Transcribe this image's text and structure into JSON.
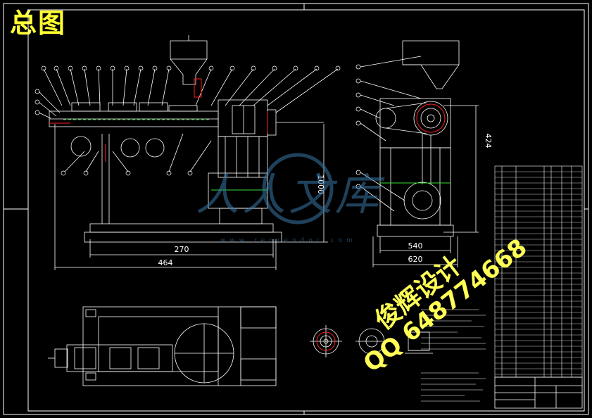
{
  "title": "总图",
  "dimensions": {
    "length_inner": "270",
    "length_outer": "464",
    "height_mid": "1000",
    "width_inner": "540",
    "width_outer": "620",
    "height_side": "424"
  },
  "watermarks": {
    "logo_text": "人人文库",
    "logo_url": "www.renrendoc.com",
    "designer": "俊辉设计",
    "qq": "QQ 648774668"
  },
  "colors": {
    "line": "#ffffff",
    "title": "#ffff33",
    "accent_blue": "#3a78a8",
    "red": "#ff2020",
    "green": "#33dd33"
  }
}
